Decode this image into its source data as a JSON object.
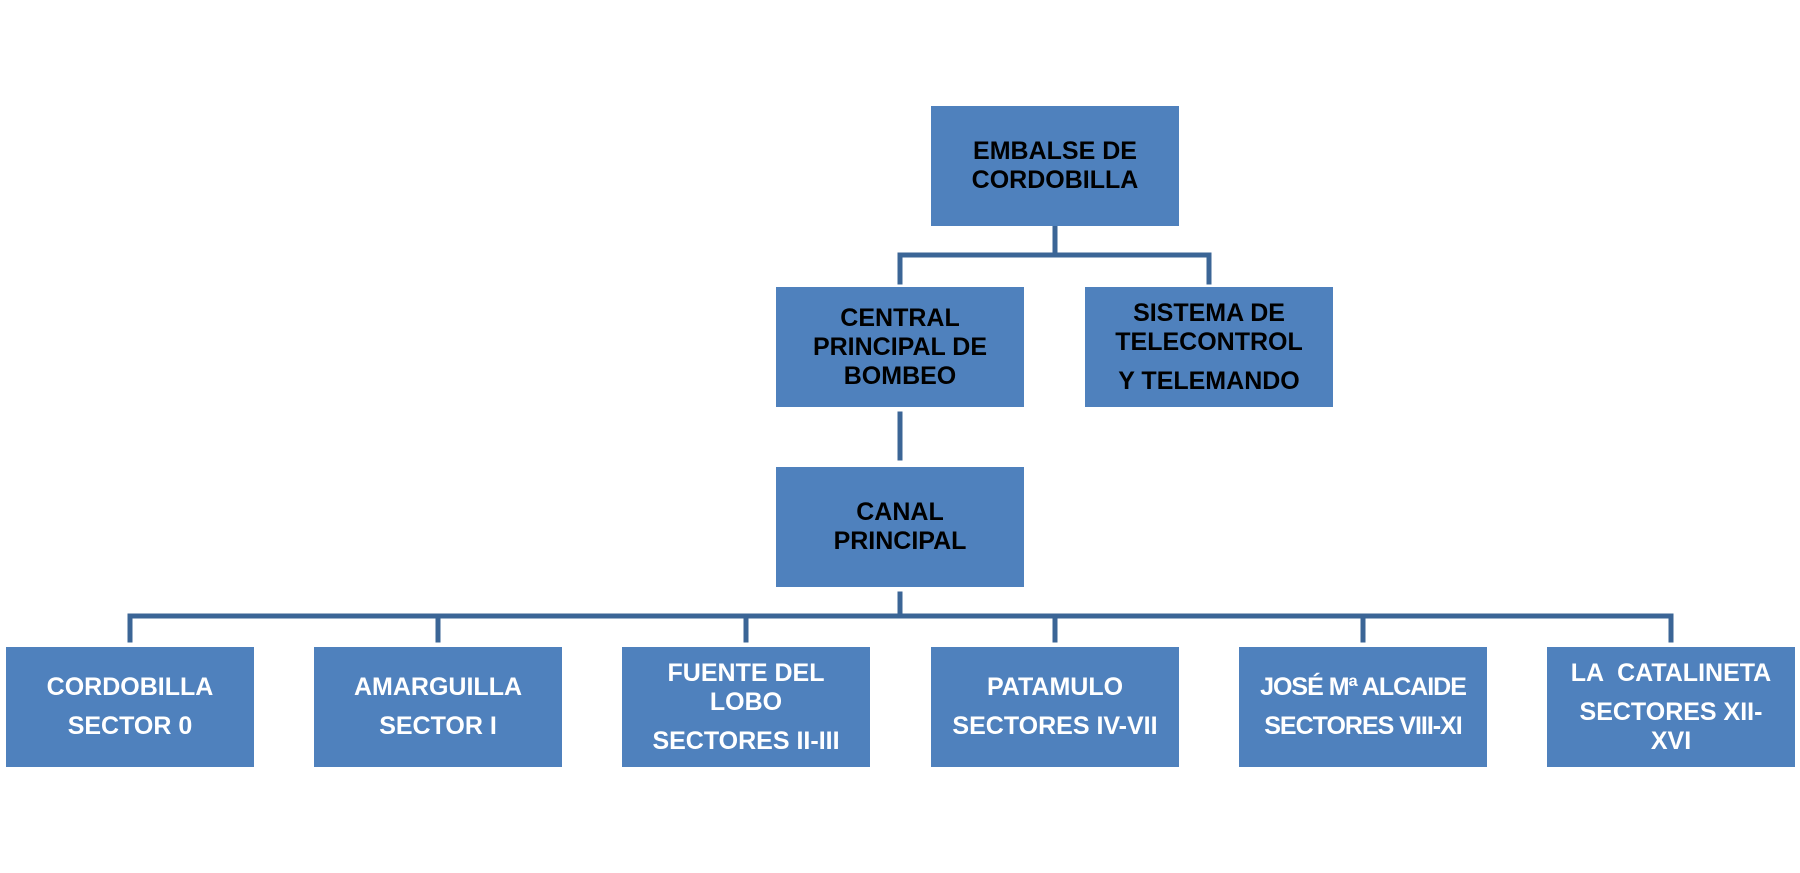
{
  "colors": {
    "box_fill": "#4f81bd",
    "connector": "#3b6596",
    "text_dark": "#000000",
    "text_light": "#ffffff"
  },
  "diagram": {
    "root": {
      "lines": [
        "EMBALSE DE",
        "CORDOBILLA"
      ]
    },
    "pumping": {
      "lines": [
        "CENTRAL",
        "PRINCIPAL DE",
        "BOMBEO"
      ]
    },
    "telecontrol": {
      "lines": [
        "SISTEMA DE",
        "TELECONTROL",
        "Y TELEMANDO"
      ]
    },
    "canal": {
      "lines": [
        "CANAL",
        "PRINCIPAL"
      ]
    },
    "sectors": [
      {
        "name": "CORDOBILLA",
        "sector": "SECTOR 0"
      },
      {
        "name": "AMARGUILLA",
        "sector": "SECTOR I"
      },
      {
        "name": "FUENTE DEL LOBO",
        "sector": "SECTORES II-III"
      },
      {
        "name": "PATAMULO",
        "sector": "SECTORES IV-VII"
      },
      {
        "name": "JOSÉ Mª ALCAIDE",
        "sector": "SECTORES VIII-XI"
      },
      {
        "name": "LA  CATALINETA",
        "sector": "SECTORES XII-XVI"
      }
    ]
  }
}
